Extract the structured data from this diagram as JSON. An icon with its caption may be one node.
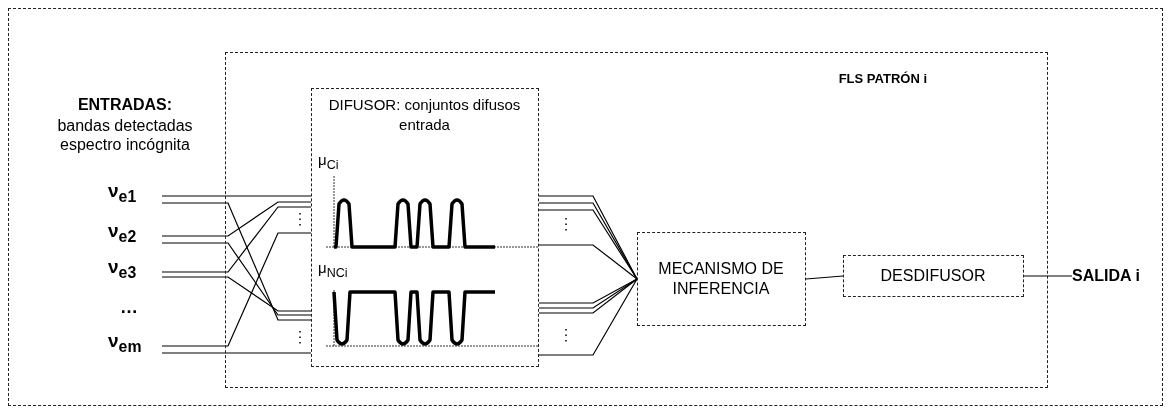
{
  "diagram": {
    "nodes": [
      {
        "text": [
          "FLS PATRÓN i"
        ]
      },
      {
        "text": [
          "ν$_{e1}$"
        ]
      },
      {
        "text": [
          "ν$_{e2}$"
        ]
      },
      {
        "text": [
          "ν$_{e3}$"
        ]
      },
      {
        "text": [
          "ν$_{em}$"
        ]
      },
      {
        "text": [
          "DIFUSOR: conjuntos difusos entrada"
        ],
        "in": 0
      },
      {
        "text": [
          "MECANISMO DE INFERENCIA"
        ],
        "in": 0
      },
      {
        "text": [
          "DESDIFUSOR"
        ],
        "in": 0
      },
      {
        "text": [
          "SALIDA i"
        ]
      }
    ],
    "edges": [
      {
        "from": 1,
        "to": 5,
        "arrow": "none"
      },
      {
        "from": 1,
        "to": 5,
        "arrow": "none"
      },
      {
        "from": 2,
        "to": 5,
        "arrow": "none"
      },
      {
        "from": 2,
        "to": 5,
        "arrow": "none"
      },
      {
        "from": 3,
        "to": 5,
        "arrow": "none"
      },
      {
        "from": 3,
        "to": 5,
        "arrow": "none"
      },
      {
        "from": 4,
        "to": 5,
        "arrow": "none"
      },
      {
        "from": 4,
        "to": 5,
        "arrow": "none"
      },
      {
        "from": 5,
        "to": 6,
        "arrow": "none"
      },
      {
        "from": 5,
        "to": 6,
        "arrow": "none"
      },
      {
        "from": 5,
        "to": 6,
        "arrow": "none"
      },
      {
        "from": 5,
        "to": 6,
        "arrow": "none"
      },
      {
        "from": 5,
        "to": 6,
        "arrow": "none"
      },
      {
        "from": 5,
        "to": 6,
        "arrow": "none"
      },
      {
        "from": 5,
        "to": 6,
        "arrow": "none"
      },
      {
        "from": 5,
        "to": 6,
        "arrow": "none"
      },
      {
        "from": 6,
        "to": 7,
        "arrow": "none"
      },
      {
        "from": 7,
        "to": 8,
        "arrow": "none"
      }
    ],
    "labels": [
      "ENTRADAS:",
      "bandas detectadas espectro incógnita",
      "…",
      "μ$_{Ci}$",
      "μ$_{NCi}$"
    ]
  }
}
